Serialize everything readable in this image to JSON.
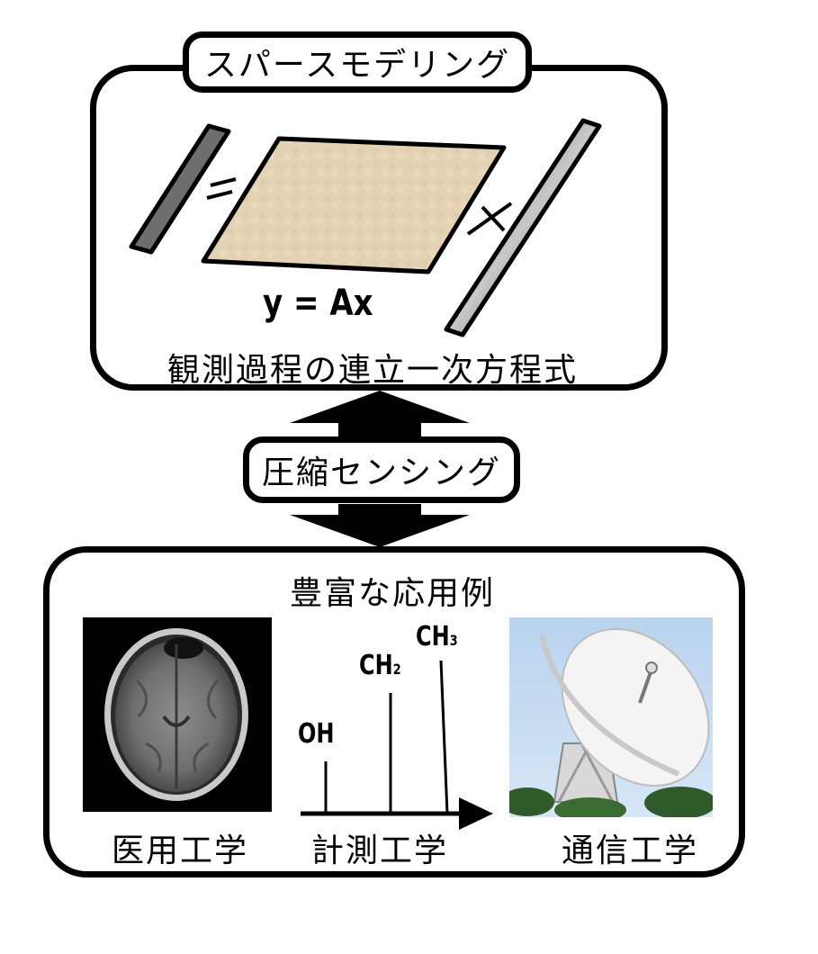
{
  "top_panel": {
    "title": "スパースモデリング",
    "equation": "y = Ax",
    "caption": "観測過程の連立一次方程式",
    "symbols": {
      "equals": "=",
      "times": "x"
    }
  },
  "connector": {
    "label": "圧縮センシング",
    "icon": "double-arrow-icon"
  },
  "bottom_panel": {
    "title": "豊富な応用例",
    "applications": [
      {
        "label": "医用工学",
        "icon": "brain-mri-image"
      },
      {
        "label": "計測工学",
        "icon": "spectrum-chart"
      },
      {
        "label": "通信工学",
        "icon": "radio-telescope-image"
      }
    ],
    "spectrum_peaks": [
      {
        "label": "OH",
        "sub": ""
      },
      {
        "label": "CH",
        "sub": "2"
      },
      {
        "label": "CH",
        "sub": "3"
      }
    ]
  },
  "colors": {
    "matrix_fill": "#e4d2b4",
    "vector_y": "#6e6e6e",
    "vector_x": "#b9b9b9"
  }
}
